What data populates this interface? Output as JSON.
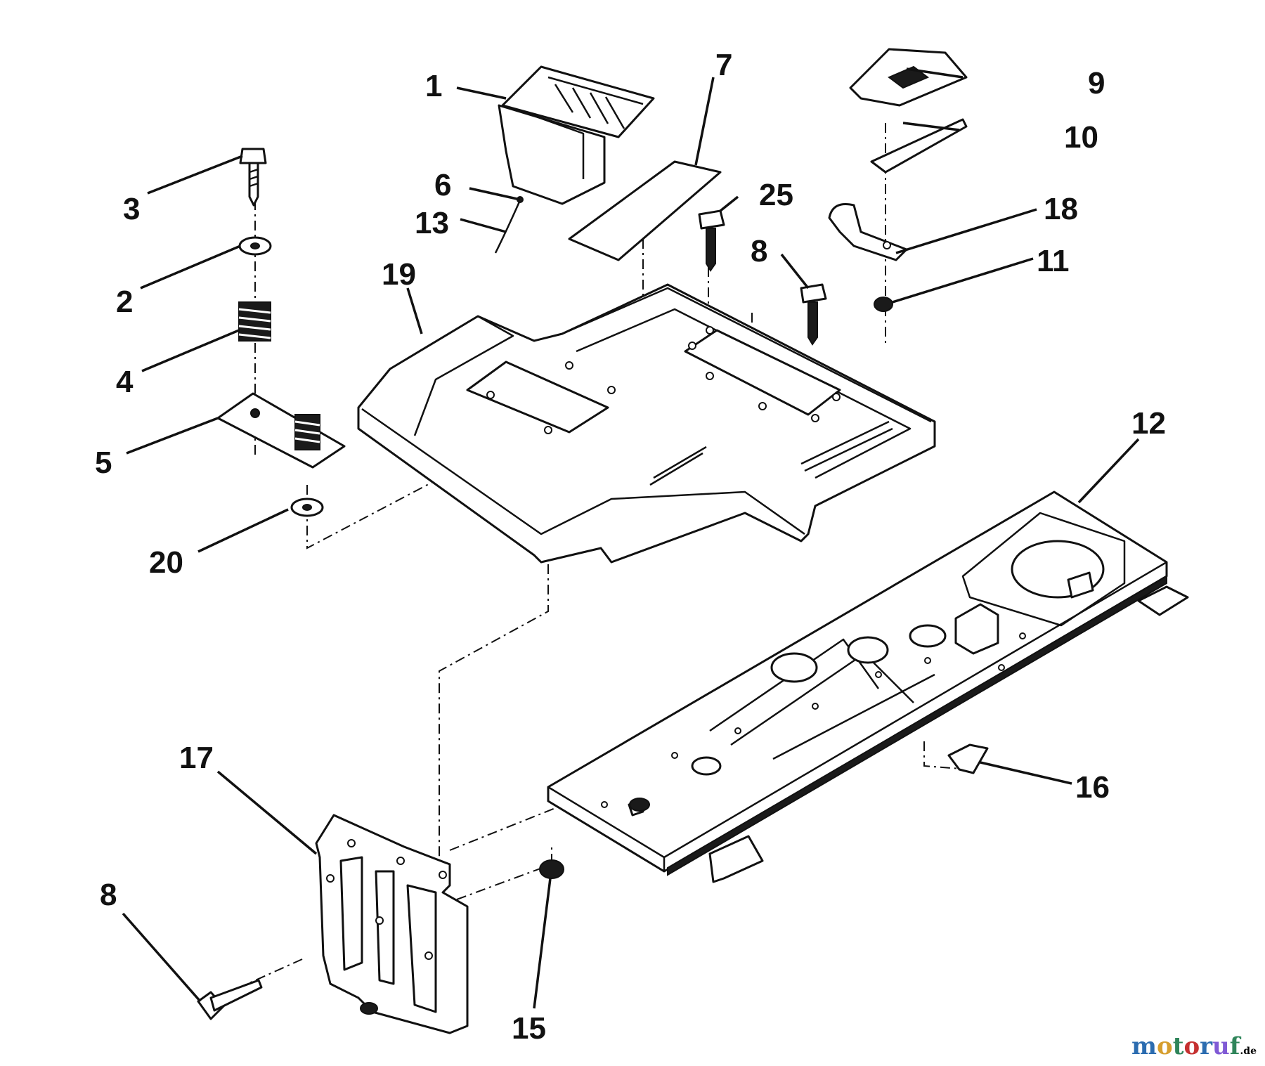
{
  "diagram": {
    "callouts": [
      {
        "id": "c1",
        "label": "1"
      },
      {
        "id": "c7",
        "label": "7"
      },
      {
        "id": "c9",
        "label": "9"
      },
      {
        "id": "c10",
        "label": "10"
      },
      {
        "id": "c3",
        "label": "3"
      },
      {
        "id": "c6",
        "label": "6"
      },
      {
        "id": "c13",
        "label": "13"
      },
      {
        "id": "c25",
        "label": "25"
      },
      {
        "id": "c18",
        "label": "18"
      },
      {
        "id": "c2",
        "label": "2"
      },
      {
        "id": "c8a",
        "label": "8"
      },
      {
        "id": "c11",
        "label": "11"
      },
      {
        "id": "c19",
        "label": "19"
      },
      {
        "id": "c4",
        "label": "4"
      },
      {
        "id": "c5",
        "label": "5"
      },
      {
        "id": "c12",
        "label": "12"
      },
      {
        "id": "c20",
        "label": "20"
      },
      {
        "id": "c17",
        "label": "17"
      },
      {
        "id": "c16",
        "label": "16"
      },
      {
        "id": "c8b",
        "label": "8"
      },
      {
        "id": "c15",
        "label": "15"
      }
    ]
  },
  "watermark": {
    "text": "motoruf",
    "suffix": ".de",
    "colors": {
      "m": "#2b6cb0",
      "o1": "#d69e2e",
      "t": "#2f855a",
      "o2": "#c53030",
      "r": "#2b6cb0",
      "u": "#805ad5",
      "f": "#2f855a"
    }
  }
}
